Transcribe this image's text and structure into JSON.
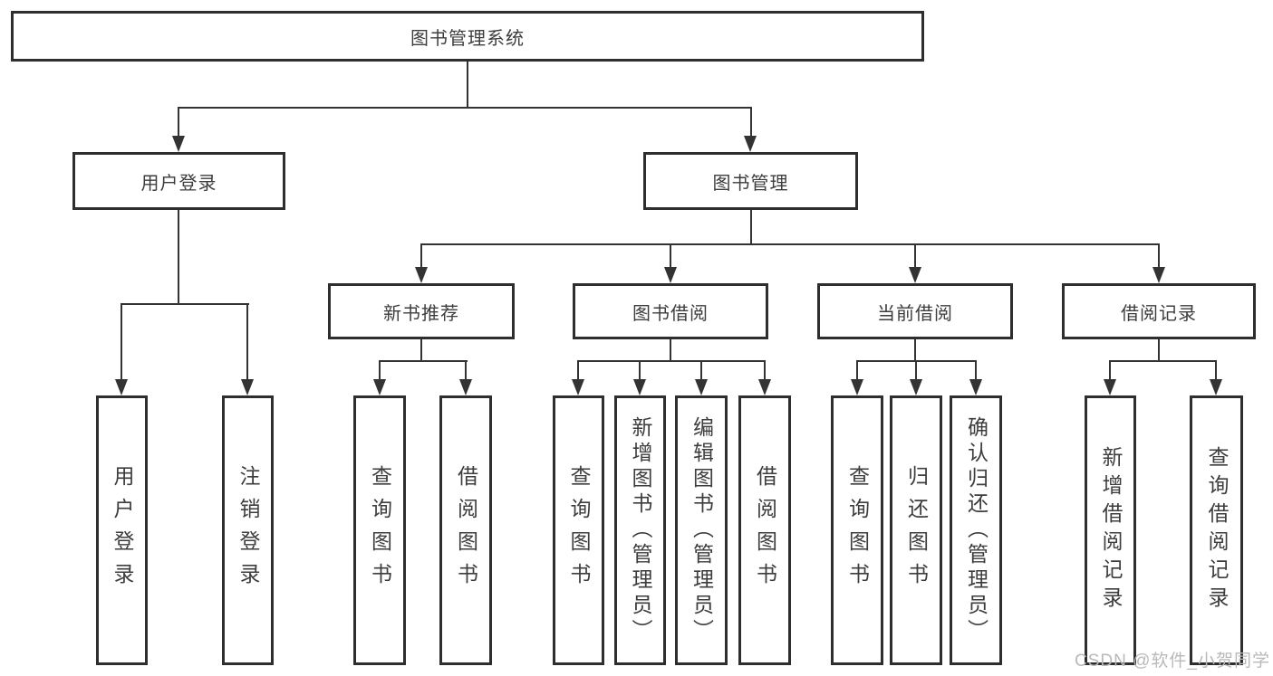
{
  "tree": {
    "label": "图书管理系统",
    "children": [
      {
        "label": "用户登录",
        "children": [
          {
            "label": "用户登录"
          },
          {
            "label": "注销登录"
          }
        ]
      },
      {
        "label": "图书管理",
        "children": [
          {
            "label": "新书推荐",
            "children": [
              {
                "label": "查询图书"
              },
              {
                "label": "借阅图书"
              }
            ]
          },
          {
            "label": "图书借阅",
            "children": [
              {
                "label": "查询图书"
              },
              {
                "label": "新增图书（管理员）"
              },
              {
                "label": "编辑图书（管理员）"
              },
              {
                "label": "借阅图书"
              }
            ]
          },
          {
            "label": "当前借阅",
            "children": [
              {
                "label": "查询图书"
              },
              {
                "label": "归还图书"
              },
              {
                "label": "确认归还（管理员）"
              }
            ]
          },
          {
            "label": "借阅记录",
            "children": [
              {
                "label": "新增借阅记录"
              },
              {
                "label": "查询借阅记录"
              }
            ]
          }
        ]
      }
    ]
  },
  "watermark": "CSDN @软件_小贺同学",
  "colors": {
    "line": "#333333",
    "border": "#2e2e2e",
    "text": "#3d3d3d",
    "background": "#ffffff",
    "watermark": "#b9b9b9"
  }
}
